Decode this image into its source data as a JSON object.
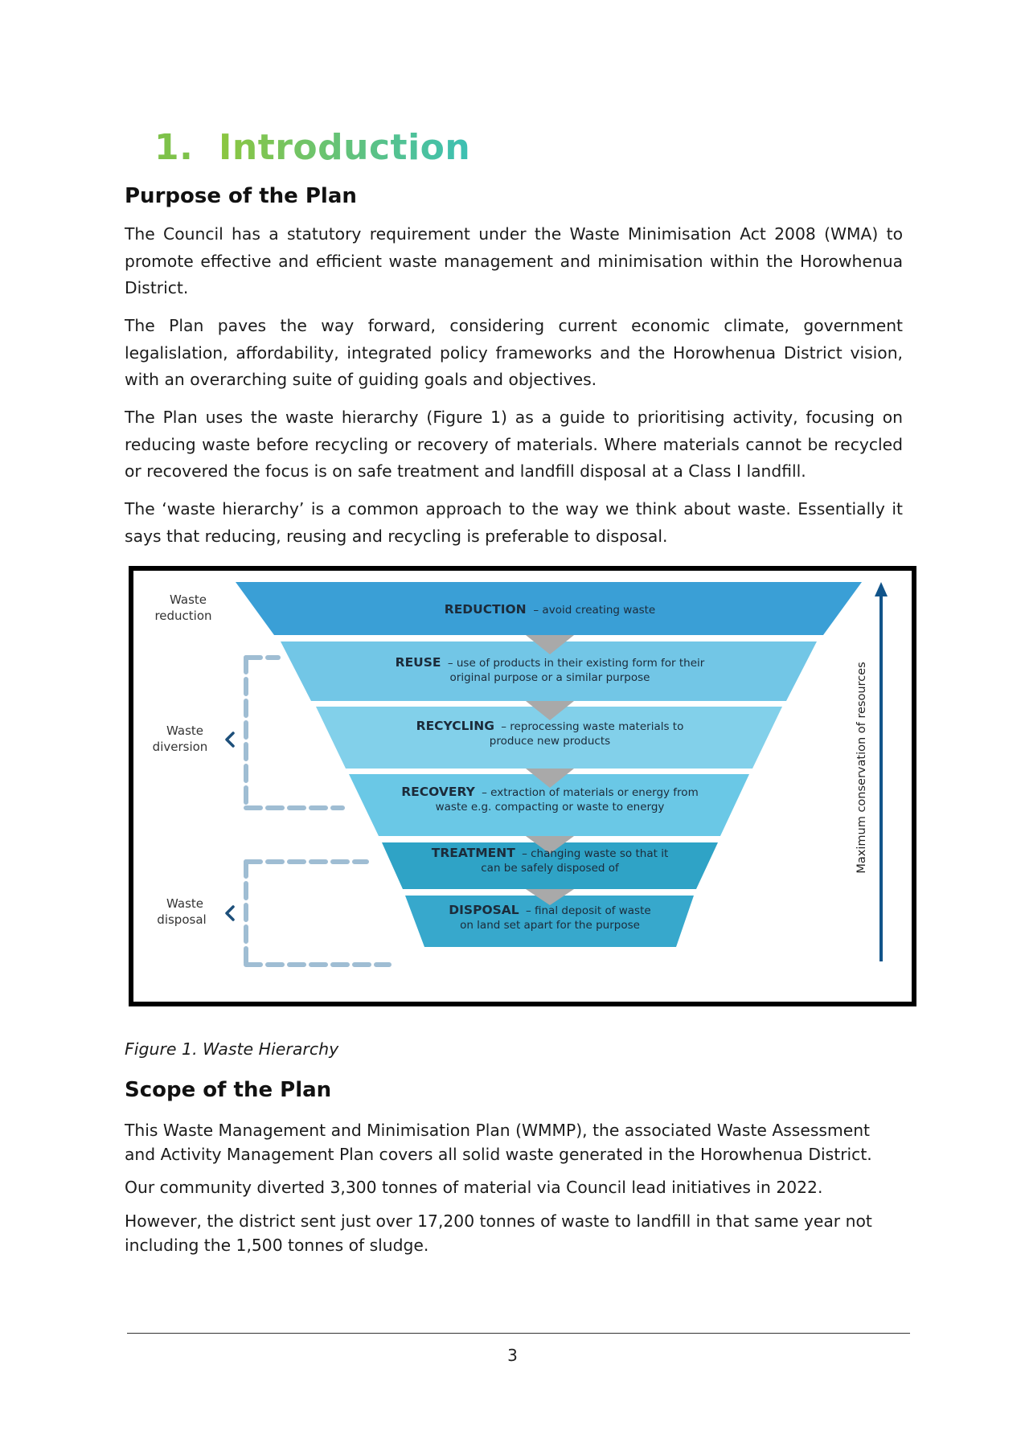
{
  "heading": {
    "number": "1.",
    "title": "Introduction"
  },
  "purpose": {
    "title": "Purpose of the Plan",
    "paragraphs": [
      "The Council has a statutory requirement under the Waste Minimisation Act 2008 (WMA) to promote effective and efficient waste management and minimisation within the Horowhenua District.",
      "The Plan paves the way forward, considering current economic climate, government legalislation, affordability, integrated policy frameworks and the Horowhenua District vision, with an overarching suite of guiding goals and objectives.",
      "The Plan uses the waste hierarchy (Figure 1) as a guide to prioritising activity, focusing on reducing waste before recycling or recovery of materials. Where materials cannot be recycled or recovered the focus is on safe treatment and landfill disposal at a Class I landfill.",
      "The ‘waste hierarchy’ is a common approach to the way we think about waste. Essentially it says that reducing, reusing and recycling is preferable to disposal."
    ]
  },
  "figure": {
    "caption": "Figure 1. Waste Hierarchy",
    "side_labels": {
      "reduction": [
        "Waste",
        "reduction"
      ],
      "diversion": [
        "Waste",
        "diversion"
      ],
      "disposal": [
        "Waste",
        "disposal"
      ]
    },
    "arrow_label": "Maximum conservation of resources",
    "levels": [
      {
        "name": "REDUCTION",
        "desc1": "– avoid creating waste",
        "desc2": "",
        "color": "#3a9fd6"
      },
      {
        "name": "REUSE",
        "desc1": "– use of products in their existing form for their",
        "desc2": "original purpose or a similar purpose",
        "color": "#72c6e6"
      },
      {
        "name": "RECYCLING",
        "desc1": "– reprocessing waste materials to",
        "desc2": "produce new products",
        "color": "#82d0ea"
      },
      {
        "name": "RECOVERY",
        "desc1": "– extraction of materials or energy from",
        "desc2": "waste e.g. compacting or waste to energy",
        "color": "#6ac8e6"
      },
      {
        "name": "TREATMENT",
        "desc1": "– changing waste so that it",
        "desc2": "can be safely disposed of",
        "color": "#2fa3c6"
      },
      {
        "name": "DISPOSAL",
        "desc1": "– final deposit of waste",
        "desc2": "on land set apart for the purpose",
        "color": "#37a8cc"
      }
    ],
    "colors": {
      "dash": "#9fbdd3",
      "arrow": "#11548a",
      "chevron": "#1d4f7a",
      "notch": "#a9a9a9",
      "text": "#1c2b3a"
    }
  },
  "scope": {
    "title": "Scope of the Plan",
    "paragraphs": [
      "This Waste Management and Minimisation Plan (WMMP), the associated Waste Assessment and Activity Management Plan covers all solid waste generated in the Horowhenua District.",
      "Our community diverted 3,300 tonnes of material via Council lead initiatives in 2022.",
      "However, the district sent just over 17,200 tonnes of waste to landfill in that same year not including the 1,500 tonnes of sludge."
    ]
  },
  "footer": {
    "page_number": "3"
  }
}
